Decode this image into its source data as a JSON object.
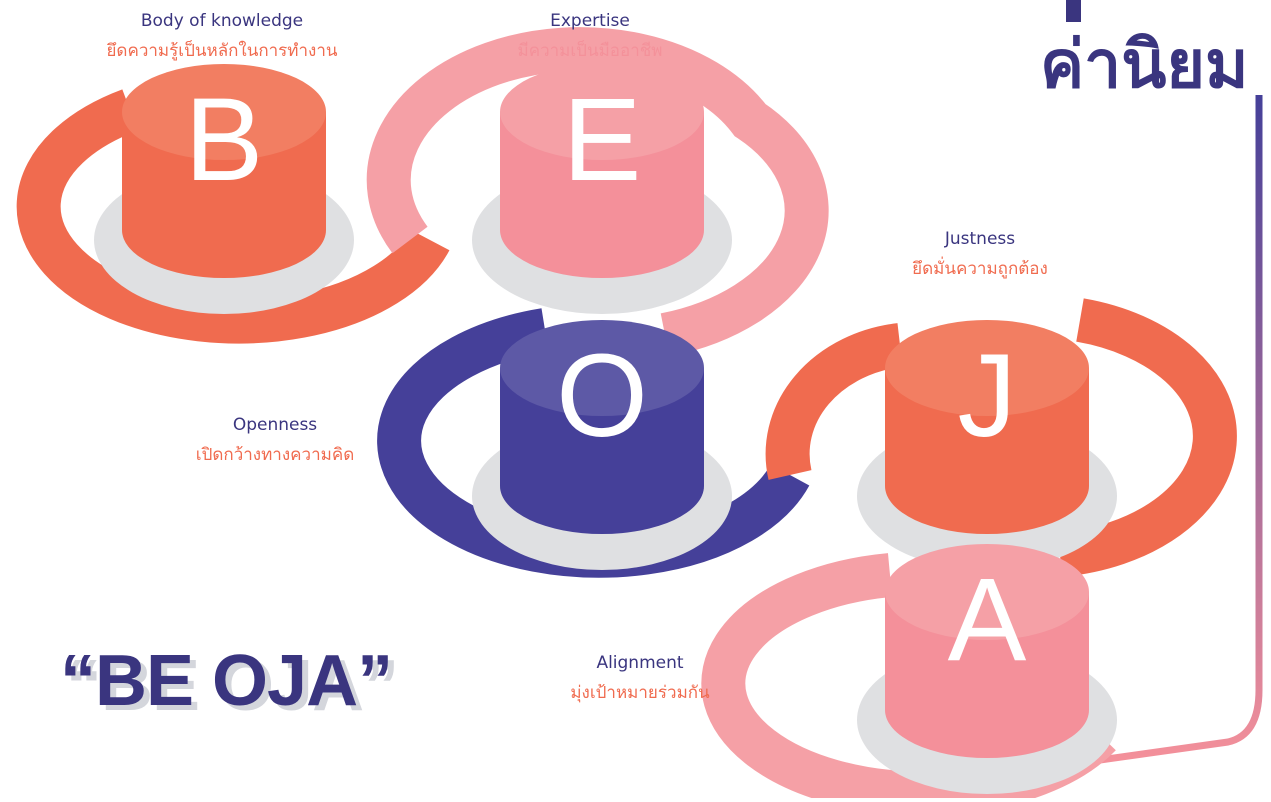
{
  "title": "ค่านิยม",
  "slogan": "“BE OJA”",
  "colors": {
    "orange": "#f06b4f",
    "orange_top": "#f27e62",
    "pink": "#f4909a",
    "pink_top": "#f5a0a6",
    "indigo": "#454099",
    "indigo_top": "#5d59a6",
    "shadow": "#dfe0e2",
    "text_dark": "#3a357f"
  },
  "values": [
    {
      "letter": "B",
      "english": "Body of knowledge",
      "thai": "ยึดความรู้เป็นหลักในการทำงาน"
    },
    {
      "letter": "E",
      "english": "Expertise",
      "thai": "มีความเป็นมืออาชีพ"
    },
    {
      "letter": "O",
      "english": "Openness",
      "thai": "เปิดกว้างทางความคิด"
    },
    {
      "letter": "J",
      "english": "Justness",
      "thai": "ยึดมั่นความถูกต้อง"
    },
    {
      "letter": "A",
      "english": "Alignment",
      "thai": "มุ่งเป้าหมายร่วมกัน"
    }
  ]
}
